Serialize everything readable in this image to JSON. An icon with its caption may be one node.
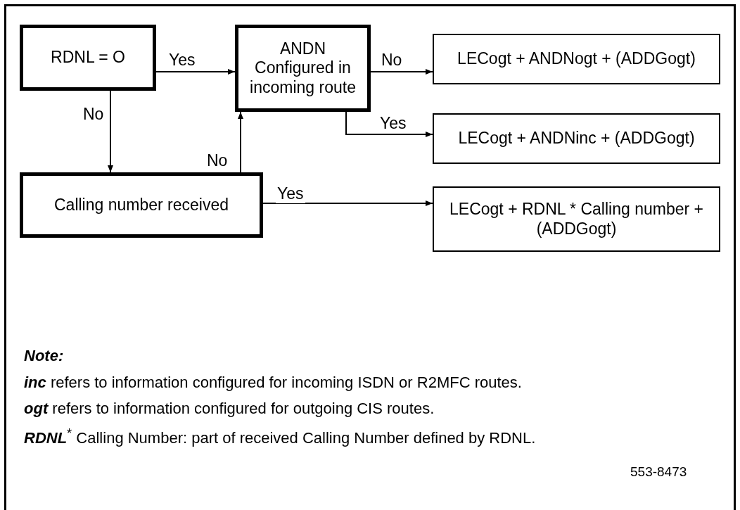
{
  "diagram": {
    "nodes": [
      {
        "text": [
          "RDNL = O"
        ]
      },
      {
        "text": [
          "ANDN Configured in incoming route"
        ]
      },
      {
        "text": [
          "LECogt + ANDNogt + (ADDGogt)"
        ]
      },
      {
        "text": [
          "LECogt + ANDNinc + (ADDGogt)"
        ]
      },
      {
        "text": [
          "Calling number received"
        ]
      },
      {
        "text": [
          "LECogt + RDNL * Calling number + (ADDGogt)"
        ]
      }
    ],
    "edges": [
      {
        "from": 0,
        "to": 1,
        "arrow": "to",
        "label": "Yes"
      },
      {
        "from": 1,
        "to": 2,
        "arrow": "to",
        "label": "No"
      },
      {
        "from": 1,
        "to": 3,
        "arrow": "to",
        "label": "Yes"
      },
      {
        "from": 0,
        "to": 4,
        "arrow": "to",
        "label": "No"
      },
      {
        "from": 4,
        "to": 1,
        "arrow": "to",
        "label": "No"
      },
      {
        "from": 4,
        "to": 5,
        "arrow": "to",
        "label": "Yes"
      }
    ],
    "labels": [
      "Note:",
      "**inc** refers to information configured for incoming ISDN or R2MFC routes.",
      "**ogt** refers to information configured for outgoing CIS routes.",
      "**RDNL**$^{*}$ Calling Number: part of received Calling Number defined by RDNL.",
      "553-8473"
    ]
  }
}
